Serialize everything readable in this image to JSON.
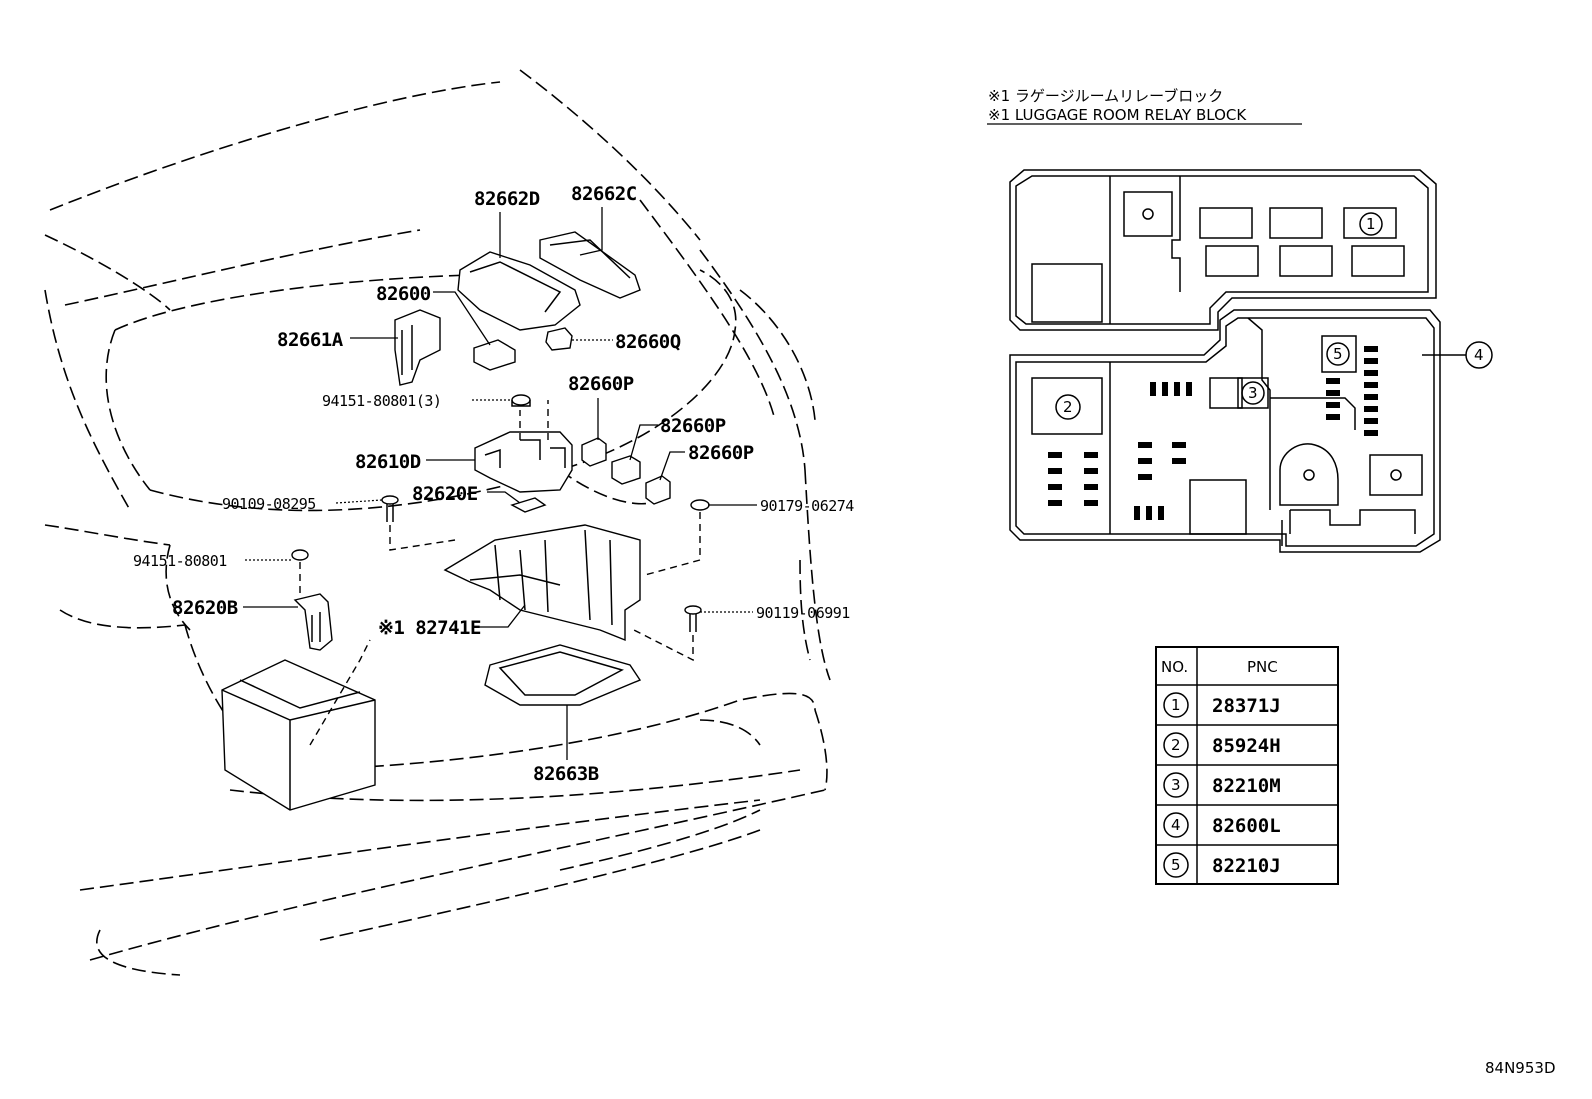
{
  "diagram_id": "84N953D",
  "note": {
    "jp": "※1 ラゲージルームリレーブロック",
    "en": "※1 LUGGAGE ROOM RELAY BLOCK"
  },
  "callouts": {
    "c82662D": "82662D",
    "c82662C": "82662C",
    "c82600": "82600",
    "c82661A": "82661A",
    "c82660Q": "82660Q",
    "c94151_80801_3": "94151-80801(3)",
    "c82660P_1": "82660P",
    "c82660P_2": "82660P",
    "c82660P_3": "82660P",
    "c82610D": "82610D",
    "c82620E": "82620E",
    "c90109_08295": "90109-08295",
    "c90179_06274": "90179-06274",
    "c94151_80801": "94151-80801",
    "c82620B": "82620B",
    "c82741E": "※1 82741E",
    "c90119_06991": "90119-06991",
    "c82663B": "82663B"
  },
  "relay_block_markers": [
    "1",
    "2",
    "3",
    "4",
    "5"
  ],
  "pnc_table": {
    "header_no": "NO.",
    "header_pnc": "PNC",
    "rows": [
      {
        "no": "1",
        "pnc": "28371J"
      },
      {
        "no": "2",
        "pnc": "85924H"
      },
      {
        "no": "3",
        "pnc": "82210M"
      },
      {
        "no": "4",
        "pnc": "82600L"
      },
      {
        "no": "5",
        "pnc": "82210J"
      }
    ]
  }
}
